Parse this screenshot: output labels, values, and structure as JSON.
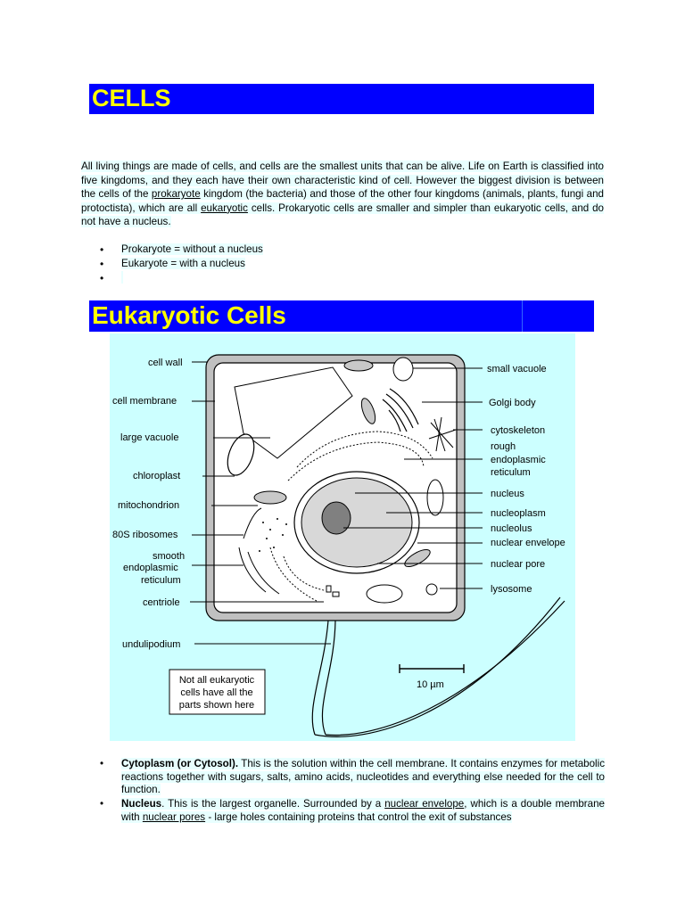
{
  "heading1": "CELLS",
  "intro": {
    "part1": "All living things are made of cells, and cells are the smallest units that can be alive. Life on Earth is classified into five kingdoms, and they each have their own characteristic kind of cell. However the biggest division is between the cells of the ",
    "link1": "prokaryote",
    "part2": " kingdom (the bacteria) and those of the other four kingdoms (animals, plants, fungi and protoctista), which are all ",
    "link2": "eukaryotic",
    "part3": " cells. Prokaryotic cells are smaller and simpler than eukaryotic cells, and do not have a nucleus."
  },
  "bullets": [
    "Prokaryote = without a nucleus",
    "Eukaryote = with a nucleus",
    ""
  ],
  "heading2": "Eukaryotic Cells",
  "diagram": {
    "left_labels": [
      "cell wall",
      "cell membrane",
      "large vacuole",
      "chloroplast",
      "mitochondrion",
      "80S ribosomes",
      "smooth",
      "endoplasmic",
      "reticulum",
      "centriole",
      "undulipodium"
    ],
    "right_labels": [
      "small vacuole",
      "Golgi body",
      "cytoskeleton",
      "rough",
      "endoplasmic",
      "reticulum",
      "nucleus",
      "nucleoplasm",
      "nucleolus",
      "nuclear envelope",
      "nuclear pore",
      "lysosome"
    ],
    "note_lines": [
      "Not all eukaryotic",
      "cells have all the",
      "parts shown here"
    ],
    "scale": "10 µm"
  },
  "details": [
    {
      "term": "Cytoplasm (or Cytosol).",
      "text": " This is the solution within the cell membrane. It contains enzymes for metabolic reactions together with sugars, salts, amino acids, nucleotides and everything else needed for the cell to function."
    },
    {
      "term": "Nucleus",
      "text_a": ". This is the largest organelle. Surrounded by a ",
      "link_a": "nuclear envelope",
      "text_b": ", which is a double membrane with ",
      "link_b": "nuclear pores",
      "text_c": " - large holes containing proteins that control the exit of substances"
    }
  ],
  "colors": {
    "banner": "#0000ff",
    "banner_text": "#ffff00",
    "diagram_bg": "#ccffff",
    "highlight": "#e8ffff"
  }
}
